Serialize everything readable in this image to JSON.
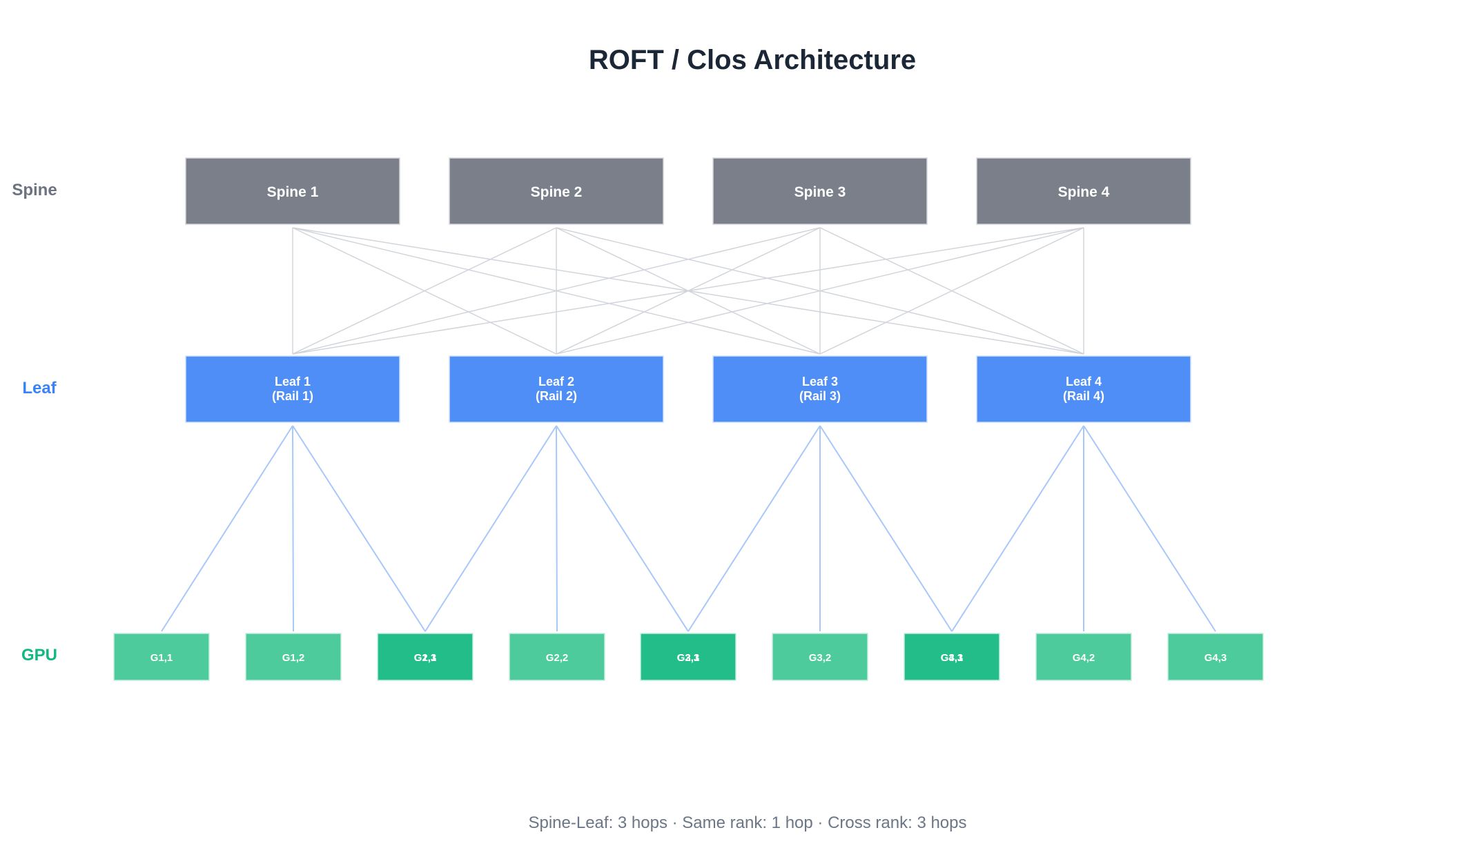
{
  "title": "ROFT / Clos Architecture",
  "footer": {
    "parts": [
      "Spine-Leaf: 3 hops",
      "Same rank: 1 hop",
      "Cross rank: 3 hops"
    ],
    "separator": "·"
  },
  "tiers": {
    "spine": "Spine",
    "leaf": "Leaf",
    "gpu": "GPU"
  },
  "colors": {
    "spine_fill": "#7a7f8a",
    "leaf_fill": "#4f8ef7",
    "gpu_fill": "#4ecb9d",
    "gpu_shared_fill": "#22bd88",
    "spine_label": "#6b7280",
    "leaf_label": "#3b82f6",
    "gpu_label": "#10b981",
    "spine_link": "#d1d5db",
    "leaf_link": "#a8c8fa"
  },
  "spines": [
    {
      "id": "spine-1",
      "label": "Spine 1"
    },
    {
      "id": "spine-2",
      "label": "Spine 2"
    },
    {
      "id": "spine-3",
      "label": "Spine 3"
    },
    {
      "id": "spine-4",
      "label": "Spine 4"
    }
  ],
  "leaves": [
    {
      "id": "leaf-1",
      "lines": [
        "Leaf 1",
        "(Rail 1)"
      ]
    },
    {
      "id": "leaf-2",
      "lines": [
        "Leaf 2",
        "(Rail 2)"
      ]
    },
    {
      "id": "leaf-3",
      "lines": [
        "Leaf 3",
        "(Rail 3)"
      ]
    },
    {
      "id": "leaf-4",
      "lines": [
        "Leaf 4",
        "(Rail 4)"
      ]
    }
  ],
  "gpus": [
    {
      "id": "gpu-1",
      "labels": [
        "G1,1"
      ],
      "shared": false
    },
    {
      "id": "gpu-2",
      "labels": [
        "G1,2"
      ],
      "shared": false
    },
    {
      "id": "gpu-3",
      "labels": [
        "G1,3",
        "G2,1"
      ],
      "shared": true
    },
    {
      "id": "gpu-4",
      "labels": [
        "G2,2"
      ],
      "shared": false
    },
    {
      "id": "gpu-5",
      "labels": [
        "G2,3",
        "G3,1"
      ],
      "shared": true
    },
    {
      "id": "gpu-6",
      "labels": [
        "G3,2"
      ],
      "shared": false
    },
    {
      "id": "gpu-7",
      "labels": [
        "G3,3",
        "G4,1"
      ],
      "shared": true
    },
    {
      "id": "gpu-8",
      "labels": [
        "G4,2"
      ],
      "shared": false
    },
    {
      "id": "gpu-9",
      "labels": [
        "G4,3"
      ],
      "shared": false
    }
  ],
  "leaf_gpu_links": [
    {
      "leaf": 0,
      "gpus": [
        0,
        1,
        2
      ]
    },
    {
      "leaf": 1,
      "gpus": [
        2,
        3,
        4
      ]
    },
    {
      "leaf": 2,
      "gpus": [
        4,
        5,
        6
      ]
    },
    {
      "leaf": 3,
      "gpus": [
        6,
        7,
        8
      ]
    }
  ]
}
